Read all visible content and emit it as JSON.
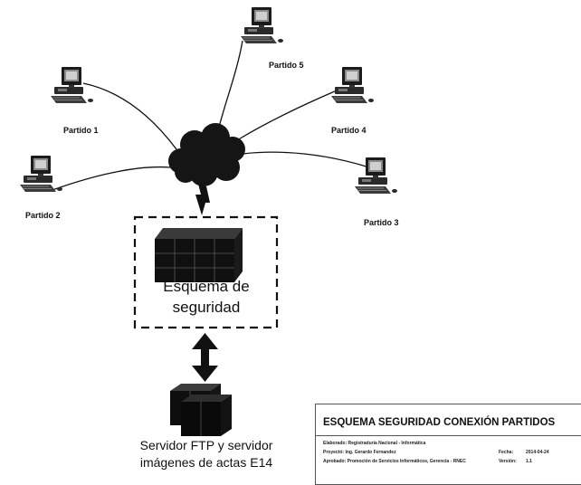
{
  "diagram": {
    "nodes": [
      {
        "id": "partido-1",
        "label": "Partido 1"
      },
      {
        "id": "partido-2",
        "label": "Partido 2"
      },
      {
        "id": "partido-3",
        "label": "Partido 3"
      },
      {
        "id": "partido-4",
        "label": "Partido 4"
      },
      {
        "id": "partido-5",
        "label": "Partido 5"
      }
    ],
    "security_box": {
      "line1": "Esquema de",
      "line2": "seguridad"
    },
    "server": {
      "line1": "Servidor FTP y  servidor",
      "line2": "imágenes de actas E14"
    }
  },
  "title_block": {
    "title": "ESQUEMA SEGURIDAD CONEXIÓN PARTIDOS",
    "rows": [
      "Elaborado: Registraduría Nacional - Informática",
      "Proyectó: Ing. Gerardo Fernandez",
      "Aprobado: Promoción de Servicios Informáticos, Gerencia - RNEC"
    ],
    "fields": [
      {
        "label": "Fecha:",
        "value": "2014-04-24"
      },
      {
        "label": "Versión:",
        "value": "1.1"
      }
    ]
  }
}
